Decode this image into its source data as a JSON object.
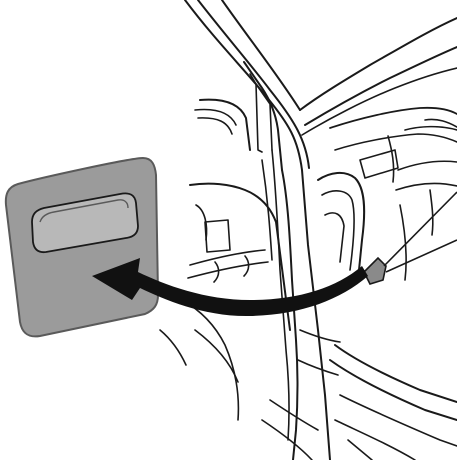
{
  "diagram": {
    "subject": "",
    "colors": {
      "line": "#1a1a1a",
      "background": "#ffffff",
      "panel_fill": "#9b9b9b",
      "panel_edge": "#5a5a5a",
      "recess_fill": "#b8b8b8",
      "marker_fill": "#8a8a8a",
      "arrow_fill": "#111111"
    },
    "icons": {
      "callout_arrow": "curved-arrow",
      "detail_panel": "rounded-square-panel",
      "location_marker": "parallelogram-marker"
    }
  }
}
